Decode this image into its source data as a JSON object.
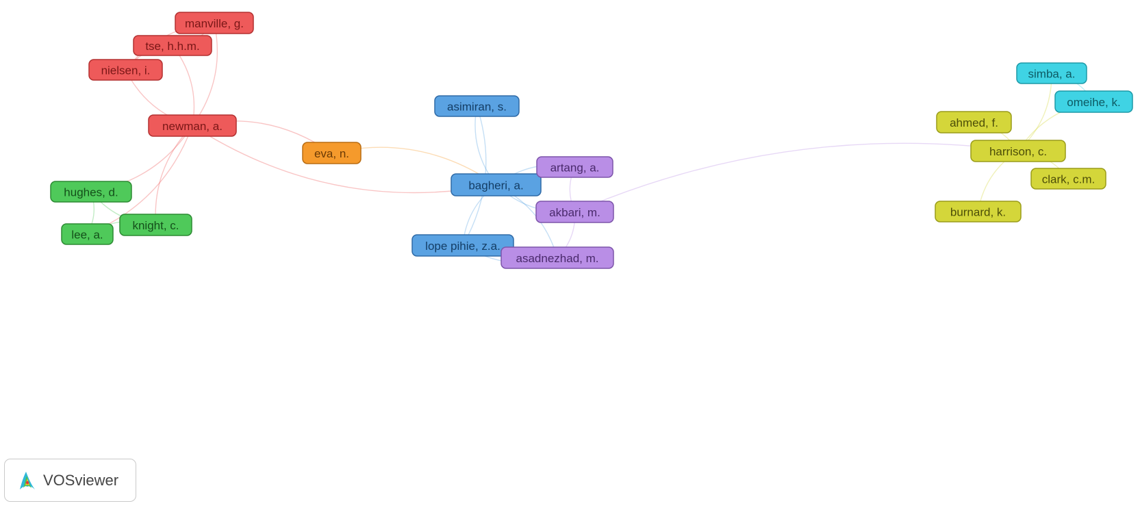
{
  "clusters": {
    "red": {
      "fill": "#ee5a5a",
      "stroke": "#b33131",
      "text": "#7a1717"
    },
    "green": {
      "fill": "#4fc95a",
      "stroke": "#2d8a33",
      "text": "#14501a"
    },
    "blue": {
      "fill": "#5aa2e2",
      "stroke": "#2f6aa6",
      "text": "#143e66"
    },
    "purple": {
      "fill": "#b98ee6",
      "stroke": "#7d55aa",
      "text": "#4a2a6c"
    },
    "orange": {
      "fill": "#f59a2c",
      "stroke": "#b96c12",
      "text": "#6a3a05"
    },
    "cyan": {
      "fill": "#3fd3e4",
      "stroke": "#1d99a7",
      "text": "#0d5a63"
    },
    "yellow": {
      "fill": "#d4d63a",
      "stroke": "#9a9c1a",
      "text": "#4d4e08"
    }
  },
  "nodes": [
    {
      "id": "manville",
      "label": "manville, g.",
      "cluster": "red"
    },
    {
      "id": "tse",
      "label": "tse, h.h.m.",
      "cluster": "red"
    },
    {
      "id": "nielsen",
      "label": "nielsen, i.",
      "cluster": "red"
    },
    {
      "id": "newman",
      "label": "newman, a.",
      "cluster": "red"
    },
    {
      "id": "hughes",
      "label": "hughes, d.",
      "cluster": "green"
    },
    {
      "id": "knight",
      "label": "knight, c.",
      "cluster": "green"
    },
    {
      "id": "lee",
      "label": "lee, a.",
      "cluster": "green"
    },
    {
      "id": "eva",
      "label": "eva, n.",
      "cluster": "orange"
    },
    {
      "id": "asimiran",
      "label": "asimiran, s.",
      "cluster": "blue"
    },
    {
      "id": "bagheri",
      "label": "bagheri, a.",
      "cluster": "blue"
    },
    {
      "id": "lope",
      "label": "lope pihie, z.a.",
      "cluster": "blue"
    },
    {
      "id": "artang",
      "label": "artang, a.",
      "cluster": "purple"
    },
    {
      "id": "akbari",
      "label": "akbari, m.",
      "cluster": "purple"
    },
    {
      "id": "asadnezhad",
      "label": "asadnezhad, m.",
      "cluster": "purple"
    },
    {
      "id": "simba",
      "label": "simba, a.",
      "cluster": "cyan"
    },
    {
      "id": "omeihe",
      "label": "omeihe, k.",
      "cluster": "cyan"
    },
    {
      "id": "ahmed",
      "label": "ahmed, f.",
      "cluster": "yellow"
    },
    {
      "id": "harrison",
      "label": "harrison, c.",
      "cluster": "yellow"
    },
    {
      "id": "clark",
      "label": "clark, c.m.",
      "cluster": "yellow"
    },
    {
      "id": "burnard",
      "label": "burnard, k.",
      "cluster": "yellow"
    }
  ],
  "edges": [
    [
      "manville",
      "tse"
    ],
    [
      "manville",
      "nielsen"
    ],
    [
      "manville",
      "newman"
    ],
    [
      "tse",
      "nielsen"
    ],
    [
      "tse",
      "newman"
    ],
    [
      "nielsen",
      "newman"
    ],
    [
      "newman",
      "hughes"
    ],
    [
      "newman",
      "knight"
    ],
    [
      "newman",
      "lee"
    ],
    [
      "newman",
      "bagheri"
    ],
    [
      "newman",
      "eva"
    ],
    [
      "hughes",
      "knight"
    ],
    [
      "hughes",
      "lee"
    ],
    [
      "knight",
      "lee"
    ],
    [
      "eva",
      "bagheri"
    ],
    [
      "asimiran",
      "bagheri"
    ],
    [
      "asimiran",
      "lope"
    ],
    [
      "bagheri",
      "lope"
    ],
    [
      "bagheri",
      "artang"
    ],
    [
      "bagheri",
      "akbari"
    ],
    [
      "bagheri",
      "asadnezhad"
    ],
    [
      "artang",
      "akbari"
    ],
    [
      "akbari",
      "asadnezhad"
    ],
    [
      "lope",
      "asadnezhad"
    ],
    [
      "akbari",
      "harrison"
    ],
    [
      "harrison",
      "simba"
    ],
    [
      "harrison",
      "omeihe"
    ],
    [
      "harrison",
      "ahmed"
    ],
    [
      "harrison",
      "clark"
    ],
    [
      "harrison",
      "burnard"
    ],
    [
      "simba",
      "omeihe"
    ]
  ],
  "logo": {
    "text": "VOSviewer"
  }
}
